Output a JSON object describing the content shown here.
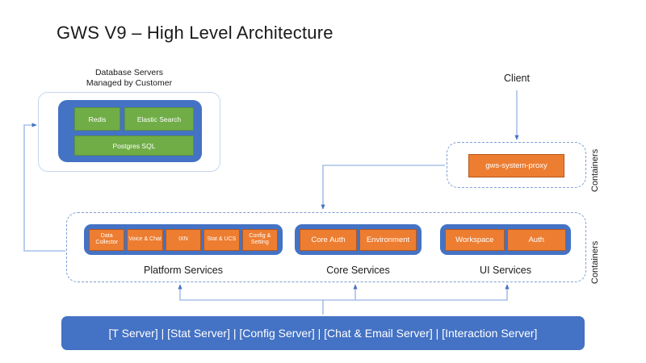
{
  "slide": {
    "title": "GWS V9 – High Level Architecture",
    "background_color": "#ffffff"
  },
  "colors": {
    "blue": "#4472C4",
    "green": "#70AD47",
    "orange": "#ED7D31",
    "orange_border": "#b5581d",
    "connector": "#a8c0e8",
    "dashed_border": "#7f9fd4"
  },
  "database_servers": {
    "caption_line1": "Database Servers",
    "caption_line2": "Managed by Customer",
    "items": [
      {
        "label": "Redis"
      },
      {
        "label": "Elastic Search"
      },
      {
        "label": "Postgres SQL"
      }
    ]
  },
  "client": {
    "label": "Client"
  },
  "proxy_container": {
    "containers_label": "Containers",
    "items": [
      {
        "label": "gws-system-proxy"
      }
    ]
  },
  "services_container": {
    "containers_label": "Containers",
    "groups": [
      {
        "caption": "Platform Services",
        "items": [
          {
            "label": "Data Collector"
          },
          {
            "label": "Voice & Chat"
          },
          {
            "label": "IXN"
          },
          {
            "label": "Stat & UCS"
          },
          {
            "label": "Config & Setting"
          }
        ]
      },
      {
        "caption": "Core Services",
        "items": [
          {
            "label": "Core Auth"
          },
          {
            "label": "Environment"
          }
        ]
      },
      {
        "caption": "UI Services",
        "items": [
          {
            "label": "Workspace"
          },
          {
            "label": "Auth"
          }
        ]
      }
    ]
  },
  "server_bar": {
    "label": "[T Server] | [Stat Server] | [Config Server] | [Chat & Email Server] | [Interaction Server]"
  }
}
